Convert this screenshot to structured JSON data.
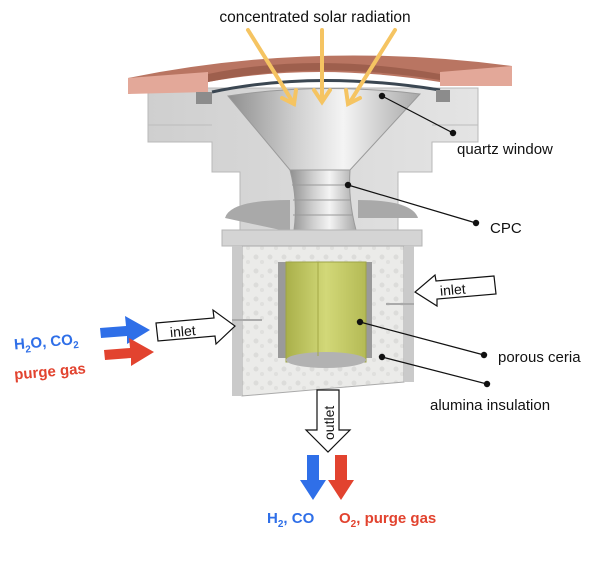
{
  "title": "concentrated solar radiation",
  "labels": {
    "quartz_window": "quartz window",
    "cpc": "CPC",
    "porous_ceria": "porous ceria",
    "alumina_insulation": "alumina insulation",
    "inlet_left": "inlet",
    "inlet_right": "inlet",
    "outlet": "outlet"
  },
  "inputs": {
    "reactants": {
      "main": "H",
      "sub1": "2",
      "mid": "O, CO",
      "sub2": "2"
    },
    "purge": "purge gas"
  },
  "outputs": {
    "fuel": {
      "main": "H",
      "sub": "2",
      "rest": ", CO"
    },
    "oxygen": {
      "main": "O",
      "sub": "2",
      "rest": ", purge gas"
    }
  },
  "colors": {
    "solar": "#f5c462",
    "blue": "#2f6fe8",
    "red": "#e2432f",
    "copper": "#b97562",
    "copper_light": "#e3a899",
    "housing": "#d9d9d9",
    "ceria": "#c6cc66",
    "alumina": "#e8e8e6"
  }
}
